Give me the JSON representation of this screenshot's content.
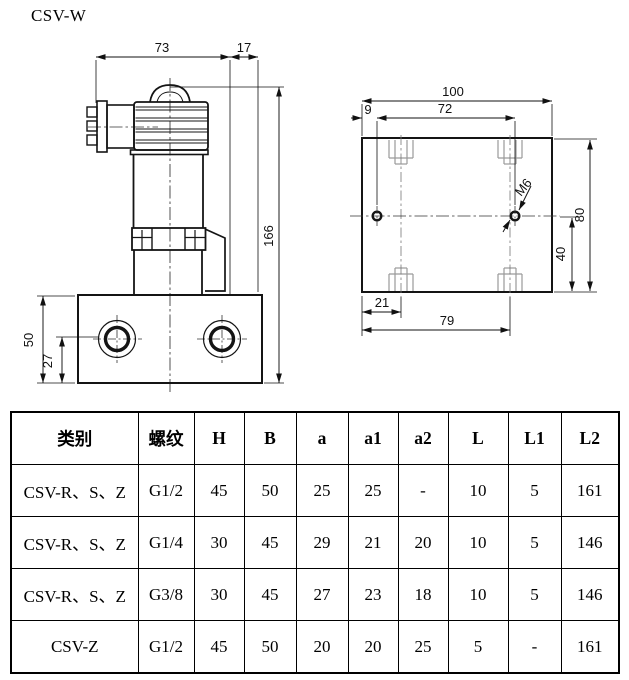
{
  "title": "CSV-W",
  "ink_color": "#111111",
  "front_view": {
    "dims": {
      "d73": "73",
      "d17": "17",
      "d166": "166",
      "d50": "50",
      "d27": "27"
    }
  },
  "top_view": {
    "dims": {
      "d100": "100",
      "d72": "72",
      "d9": "9",
      "m6": "M6",
      "d80": "80",
      "d40": "40",
      "d21": "21",
      "d79": "79"
    }
  },
  "table": {
    "headers": [
      "类别",
      "螺纹",
      "H",
      "B",
      "a",
      "a1",
      "a2",
      "L",
      "L1",
      "L2"
    ],
    "rows": [
      [
        "CSV-R、S、Z",
        "G1/2",
        "45",
        "50",
        "25",
        "25",
        "-",
        "10",
        "5",
        "161"
      ],
      [
        "CSV-R、S、Z",
        "G1/4",
        "30",
        "45",
        "29",
        "21",
        "20",
        "10",
        "5",
        "146"
      ],
      [
        "CSV-R、S、Z",
        "G3/8",
        "30",
        "45",
        "27",
        "23",
        "18",
        "10",
        "5",
        "146"
      ],
      [
        "CSV-Z",
        "G1/2",
        "45",
        "50",
        "20",
        "20",
        "25",
        "5",
        "-",
        "161"
      ]
    ]
  }
}
